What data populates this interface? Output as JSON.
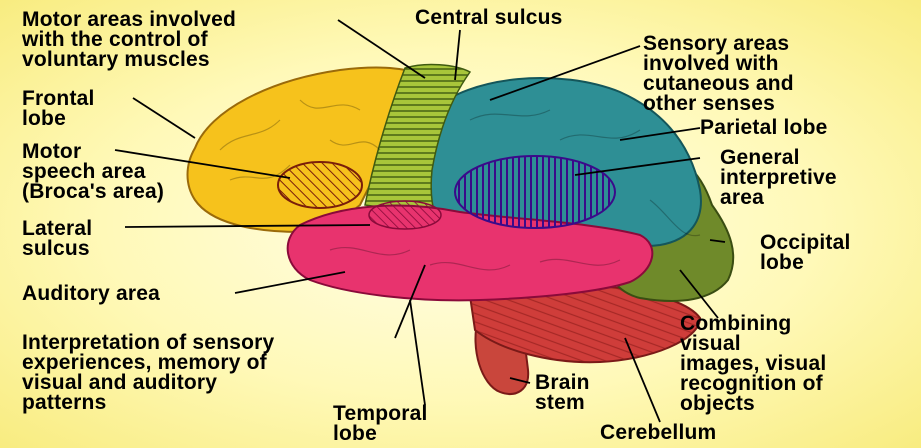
{
  "labels": {
    "motor_areas": "Motor areas involved\nwith the control of\nvoluntary muscles",
    "central_sulcus": "Central sulcus",
    "sensory_areas": "Sensory areas\ninvolved with\ncutaneous and\nother senses",
    "frontal_lobe": "Frontal\nlobe",
    "parietal_lobe": "Parietal lobe",
    "motor_speech": "Motor\nspeech area\n(Broca's area)",
    "general_interpretive": "General\ninterpretive\narea",
    "lateral_sulcus": "Lateral\nsulcus",
    "occipital_lobe": "Occipital\nlobe",
    "auditory_area": "Auditory area",
    "interpretation": "Interpretation of sensory\nexperiences, memory of\nvisual and auditory\npatterns",
    "combining_visual": "Combining\nvisual\nimages, visual\nrecognition of\nobjects",
    "brain_stem": "Brain\nstem",
    "temporal_lobe": "Temporal\nlobe",
    "cerebellum": "Cerebellum"
  },
  "colors": {
    "frontal": "#f6c21c",
    "motor": "#a8c53a",
    "parietal": "#2e8f95",
    "temporal": "#e8336e",
    "occipital": "#6f8a2a",
    "interpretive_hatch": "#6a2cc8",
    "broca_hatch": "#c0451c",
    "cerebellum": "#cf3d3a",
    "brain_stem": "#c9463c"
  }
}
